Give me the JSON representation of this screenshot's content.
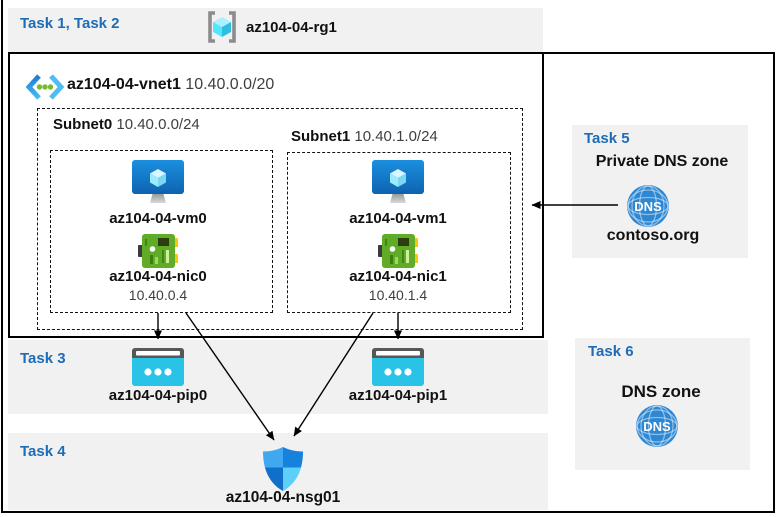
{
  "colors": {
    "accent_blue": "#1F6CB5",
    "panel_bg": "#F1F1F2",
    "address_text": "#3F3F3F",
    "arrow": "#000000",
    "vm_blue": "#1580D7",
    "nic_green": "#60AC28",
    "pip_cyan": "#29C3E8",
    "dns_blue": "#2D87D3",
    "rg_cube_cyan": "#50E6FF"
  },
  "header": {
    "tasks": "Task 1, Task 2",
    "resource_group": "az104-04-rg1"
  },
  "vnet": {
    "name": "az104-04-vnet1",
    "cidr": "10.40.0.0/20",
    "subnets": [
      {
        "name": "Subnet0",
        "cidr": "10.40.0.0/24",
        "vm": "az104-04-vm0",
        "nic": "az104-04-nic0",
        "ip": "10.40.0.4"
      },
      {
        "name": "Subnet1",
        "cidr": "10.40.1.0/24",
        "vm": "az104-04-vm1",
        "nic": "az104-04-nic1",
        "ip": "10.40.1.4"
      }
    ]
  },
  "task3": {
    "label": "Task 3",
    "pip0": "az104-04-pip0",
    "pip1": "az104-04-pip1"
  },
  "task4": {
    "label": "Task 4",
    "nsg": "az104-04-nsg01"
  },
  "task5": {
    "label": "Task 5",
    "title": "Private DNS zone",
    "zone_name": "contoso.org",
    "icon_text": "DNS"
  },
  "task6": {
    "label": "Task 6",
    "title": "DNS zone",
    "icon_text": "DNS"
  },
  "icons": {
    "resource_group": "resource-group-icon",
    "virtual_network": "vnet-icon",
    "virtual_machine": "vm-icon",
    "network_interface": "nic-icon",
    "public_ip": "public-ip-icon",
    "network_security_group": "nsg-shield-icon",
    "dns_zone": "dns-zone-icon"
  }
}
